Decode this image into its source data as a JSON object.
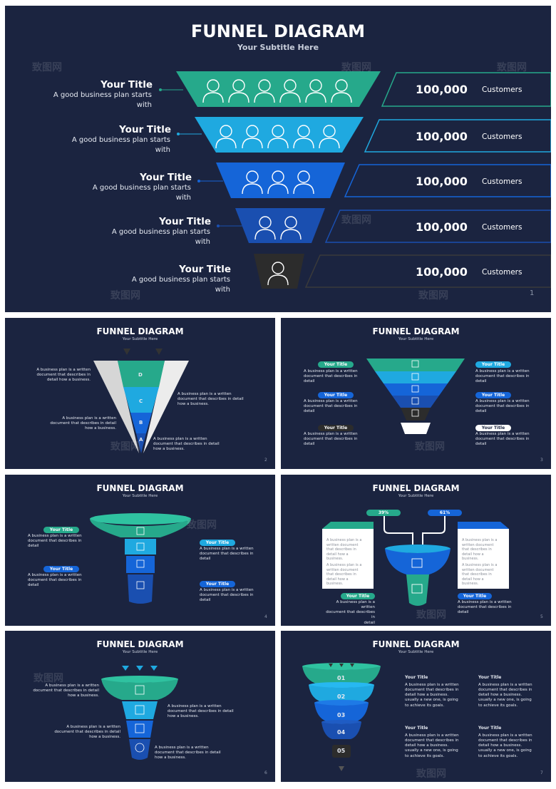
{
  "watermark": "致图网",
  "colors": {
    "bg": "#1b2440",
    "teal": "#26a98b",
    "sky": "#1fa9e0",
    "blue": "#1565d8",
    "navy": "#1a4fb0",
    "dark": "#2c2c2c",
    "white": "#ffffff"
  },
  "slide1": {
    "title": "FUNNEL DIAGRAM",
    "subtitle": "Your Subtitle Here",
    "page": "1",
    "rows": [
      {
        "title": "Your Title",
        "desc1": "A good business plan starts",
        "desc2": "with",
        "value": "100,000",
        "unit": "Customers",
        "icon": "people-icon"
      },
      {
        "title": "Your Title",
        "desc1": "A good business plan starts",
        "desc2": "with",
        "value": "100,000",
        "unit": "Customers",
        "icon": "people-icon"
      },
      {
        "title": "Your Title",
        "desc1": "A good business plan starts",
        "desc2": "with",
        "value": "100,000",
        "unit": "Customers",
        "icon": "people-icon"
      },
      {
        "title": "Your Title",
        "desc1": "A good business plan starts",
        "desc2": "with",
        "value": "100,000",
        "unit": "Customers",
        "icon": "people-icon"
      },
      {
        "title": "Your Title",
        "desc1": "A good business plan starts",
        "desc2": "with",
        "value": "100,000",
        "unit": "Customers",
        "icon": "person-icon"
      }
    ]
  },
  "slide2": {
    "title": "FUNNEL DIAGRAM",
    "subtitle": "Your Subtitle Here",
    "page": "2",
    "letters": [
      "D",
      "C",
      "B",
      "A"
    ],
    "text1": [
      "A business plan is a written",
      "document that describes in",
      "detail how a business."
    ],
    "text2": [
      "A business plan is a written",
      "document that describes in detail",
      "how a business."
    ],
    "text3": [
      "A business plan is a written",
      "document that describes in detail",
      "how a business."
    ],
    "text4": [
      "A business plan is a written",
      "document that describes in detail",
      "how a business."
    ]
  },
  "slide3": {
    "title": "FUNNEL DIAGRAM",
    "subtitle": "Your Subtitle Here",
    "page": "3",
    "label": "Your Title",
    "desc": [
      "A business plan is a written",
      "document that describes in",
      "detail"
    ]
  },
  "slide4": {
    "title": "FUNNEL DIAGRAM",
    "subtitle": "Your Subtitle Here",
    "page": "4",
    "label": "Your Title",
    "desc": [
      "A business plan is a written",
      "document that describes in",
      "detail"
    ]
  },
  "slide5": {
    "title": "FUNNEL DIAGRAM",
    "subtitle": "Your Subtitle Here",
    "page": "5",
    "pct_left": "39%",
    "pct_right": "61%",
    "label": "Your Title",
    "bullets": [
      "A business plan is a",
      "written document",
      "that describes in",
      "detail how a",
      "business."
    ],
    "desc": [
      "A business plan is a written",
      "document that describes in",
      "detail"
    ]
  },
  "slide6": {
    "title": "FUNNEL DIAGRAM",
    "subtitle": "Your Subtitle Here",
    "page": "6",
    "desc": [
      "A business plan is a written",
      "document that describes in detail",
      "how a business."
    ]
  },
  "slide7": {
    "title": "FUNNEL DIAGRAM",
    "subtitle": "Your Subtitle Here",
    "page": "7",
    "numbers": [
      "01",
      "02",
      "03",
      "04",
      "05"
    ],
    "label": "Your Title",
    "desc": [
      "A business plan is a written",
      "document that describes in",
      "detail how a business.",
      "usually a new one, is going",
      "to achieve its goals."
    ]
  }
}
